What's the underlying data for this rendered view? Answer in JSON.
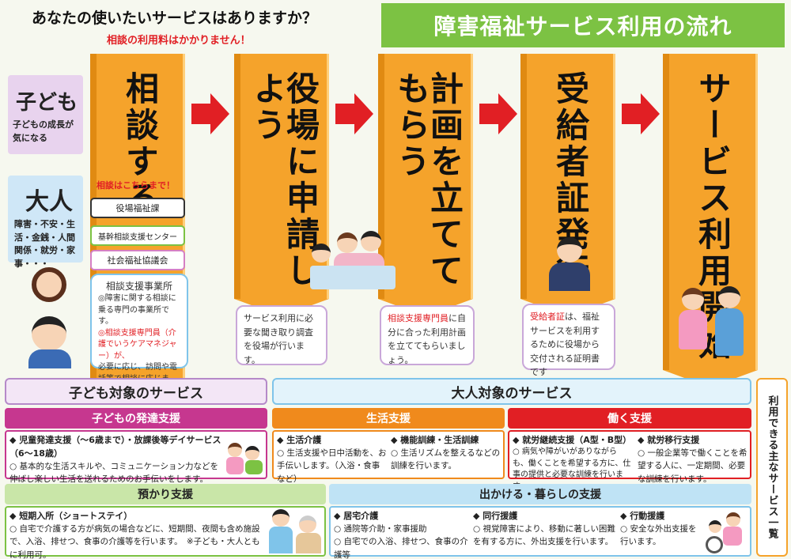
{
  "header": {
    "question": "あなたの使いたいサービスはありますか？",
    "free_note": "相談の利用料はかかりません！",
    "title": "障害福祉サービス利用の流れ"
  },
  "users": {
    "child_title": "子ども",
    "child_desc": "子どもの成長が気になる",
    "adult_title": "大人",
    "adult_desc": "障害・不安・生活・金銭・人間関係・就労・家事・・・"
  },
  "steps": [
    {
      "label": "相談する"
    },
    {
      "label": "役場に申請しよう"
    },
    {
      "label": "計画を立ててもらう"
    },
    {
      "label": "受給者証発行"
    },
    {
      "label": "サービス利用開始"
    }
  ],
  "consult": {
    "here": "相談はこちらまで！",
    "offices": [
      "役場福祉課",
      "基幹相談支援センター",
      "社会福祉協議会"
    ],
    "box_title": "相談支援事業所",
    "box_text1": "◎障害に関する相談に乗る専門の事業所です。",
    "box_red": "◎相談支援専門員（介護でいうケアマネジャー）が、",
    "box_text2": "必要に応じ、訪問や電話等で相談に応じます。"
  },
  "notes": {
    "apply": "サービス利用に必要な聞き取り調査を役場が行います。",
    "plan_red": "相談支援専門員",
    "plan": "に自分に合った利用計画を立ててもらいましょう。",
    "cert_red": "受給者証",
    "cert": "は、福祉サービスを利用するために役場から交付される証明書です"
  },
  "services": {
    "child_title": "子ども対象のサービス",
    "adult_title": "大人対象のサービス",
    "side_label": "利用できる主なサービス一覧",
    "child_dev": "子どもの発達支援",
    "life": "生活支援",
    "work": "働く支援",
    "care": "預かり支援",
    "outing": "出かける・暮らしの支援",
    "items": {
      "child1_t": "◆ 児童発達支援（～6歳まで）・放課後等デイサービス（6～18歳）",
      "child1_d": "○ 基本的な生活スキルや、コミュニケーション力などを伸ばし楽しい生活を送れるためのお手伝いをします。",
      "life1_t": "◆ 生活介護",
      "life1_d": "○ 生活支援や日中活動を、お手伝いします。（入浴・食事など）",
      "life2_t": "◆ 機能訓練・生活訓練",
      "life2_d": "○ 生活リズムを整えるなどの訓練を行います。",
      "work1_t": "◆ 就労継続支援（A型・B型）",
      "work1_d": "○ 病気や障がいがありながらも、働くことを希望する方に、仕事の提供と必要な訓練を行います。",
      "work2_t": "◆ 就労移行支援",
      "work2_d": "○ 一般企業等で働くことを希望する人に、一定期間、必要な訓練を行います。",
      "care1_t": "◆ 短期入所（ショートステイ）",
      "care1_d": "○ 自宅で介護する方が病気の場合などに、短期間、夜間も含め施設で、入浴、排せつ、食事の介護等を行います。　※子ども・大人ともに利用可。",
      "out1_t": "◆ 居宅介護",
      "out1_d": "○ 通院等介助・家事援助\n○ 自宅での入浴、排せつ、食事の介護等",
      "out2_t": "◆ 同行援護",
      "out2_d": "○ 視覚障害により、移動に著しい困難を有する方に、外出支援を行います。",
      "out3_t": "◆ 行動援護",
      "out3_d": "○ 安全な外出支援を行います。"
    }
  }
}
